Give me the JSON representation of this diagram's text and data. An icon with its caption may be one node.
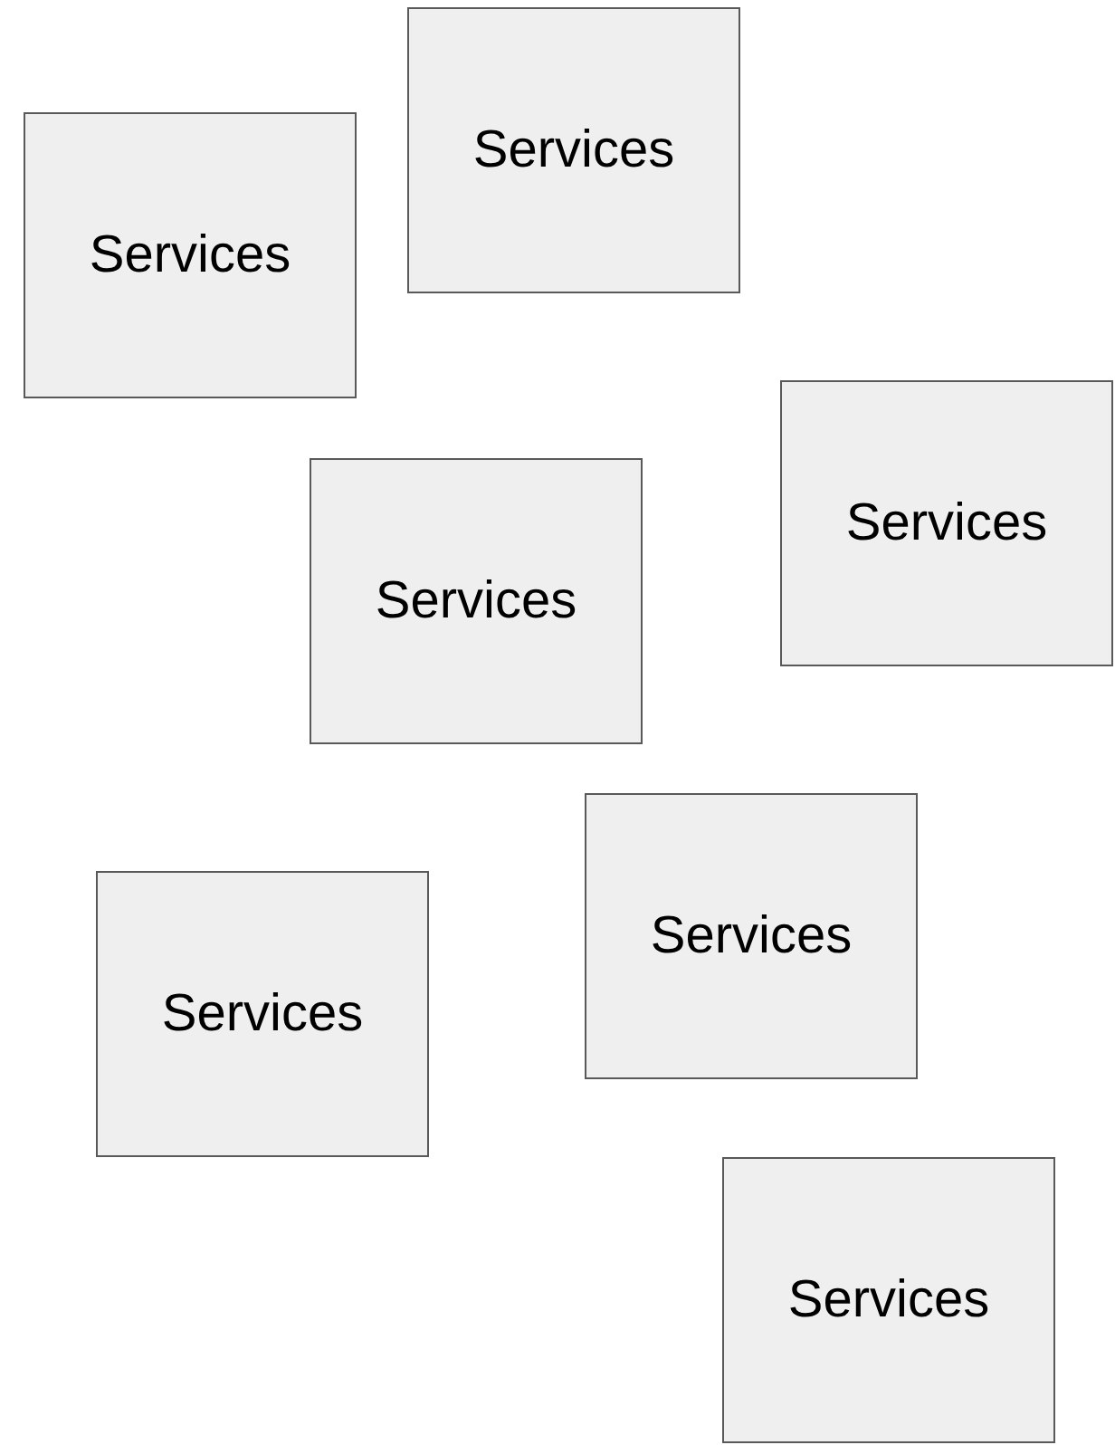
{
  "diagram": {
    "nodes": [
      {
        "text": [
          "Services"
        ]
      },
      {
        "text": [
          "Services"
        ]
      },
      {
        "text": [
          "Services"
        ]
      },
      {
        "text": [
          "Services"
        ]
      },
      {
        "text": [
          "Services"
        ]
      },
      {
        "text": [
          "Services"
        ]
      },
      {
        "text": [
          "Services"
        ]
      }
    ]
  }
}
